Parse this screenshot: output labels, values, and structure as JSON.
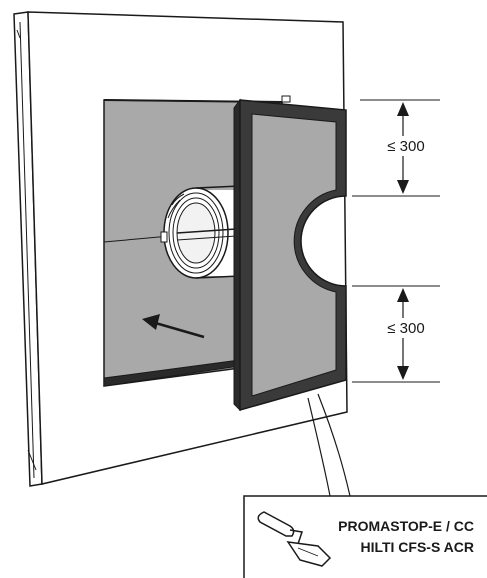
{
  "dimensions": {
    "upper": "≤ 300",
    "lower": "≤ 300"
  },
  "product_labels": {
    "line1": "PROMASTOP-E / CC",
    "line2": "HILTI CFS-S ACR"
  },
  "icons": {
    "trowel": "trowel-icon",
    "direction": "arrow-left-icon"
  },
  "colors": {
    "board_fill": "#a9a9a9",
    "board_frame": "#3a3a3a",
    "wall_fill": "#ffffff",
    "line": "#1a1a1a"
  }
}
